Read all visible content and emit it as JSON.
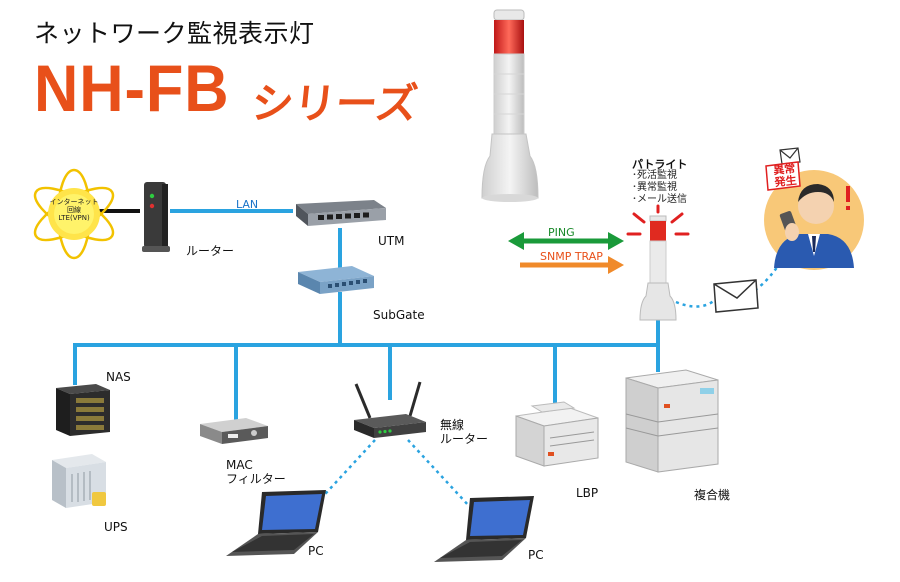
{
  "header": {
    "subtitle": "ネットワーク監視表示灯",
    "title": "NH-FB",
    "series_suffix": "シリーズ"
  },
  "internet": {
    "lines": [
      "インターネット",
      "回線",
      "LTE(VPN)"
    ]
  },
  "labels": {
    "lan": "LAN",
    "router": "ルーター",
    "utm": "UTM",
    "subgate": "SubGate",
    "nas": "NAS",
    "ups": "UPS",
    "mac_filter_line1": "MAC",
    "mac_filter_line2": "フィルター",
    "wireless_router_line1": "無線",
    "wireless_router_line2": "ルーター",
    "lbp": "LBP",
    "mfp": "複合機",
    "pc1": "PC",
    "pc2": "PC",
    "ping": "PING",
    "snmp_trap": "SNMP TRAP"
  },
  "patlite": {
    "title": "パトライト",
    "features": [
      "･死活監視",
      "･異常監視",
      "･メール送信"
    ]
  },
  "alert_badge": {
    "line1": "異常",
    "line2": "発生"
  },
  "colors": {
    "network_line": "#2aa3e0",
    "title_orange": "#e8501a",
    "ping_green": "#1a9a3a",
    "snmp_orange": "#f08a2a",
    "alert_red": "#e02020",
    "person_bg": "#f8c878"
  },
  "icons": [
    "internet-globe-icon",
    "router-icon",
    "utm-switch-icon",
    "subgate-switch-icon",
    "nas-server-icon",
    "ups-icon",
    "mac-filter-icon",
    "wireless-router-icon",
    "laptop-icon",
    "laser-printer-icon",
    "multifunction-printer-icon",
    "signal-tower-icon",
    "email-envelope-icon",
    "alert-person-icon"
  ]
}
